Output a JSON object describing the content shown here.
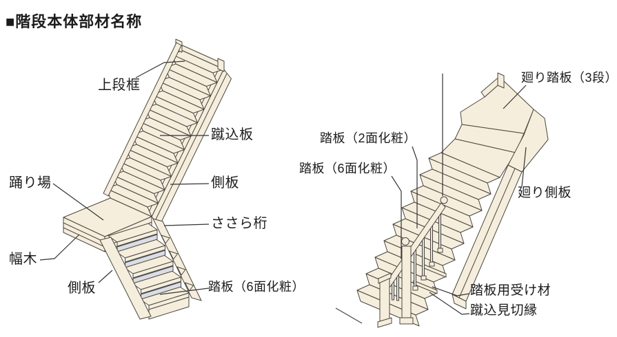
{
  "title": "■階段本体部材名称",
  "left_diagram": {
    "labels": {
      "joudan_kamachi": "上段框",
      "kerikomi_ita": "蹴込板",
      "sokuita_upper": "側板",
      "odoriba": "踊り場",
      "habaki": "幅木",
      "sokuita_lower": "側板",
      "fumiita_6men": "踏板（6面化粧）"
    }
  },
  "right_diagram": {
    "labels": {
      "mawari_fumiita": "廻り踏板（3段）",
      "fumiita_2men": "踏板（2面化粧）",
      "fumiita_6men": "踏板（6面化粧）",
      "mawari_sokuita": "廻り側板",
      "fumiita_uke_zai": "踏板用受け材",
      "kerikomi_mikiri_buchi": "蹴込見切縁"
    }
  },
  "colors": {
    "wood": "#f5eedc",
    "underside_shadow": "#d9dde6",
    "outline": "#4a463e",
    "leader_line": "#333333",
    "text": "#1b1b1b",
    "background": "#ffffff"
  }
}
